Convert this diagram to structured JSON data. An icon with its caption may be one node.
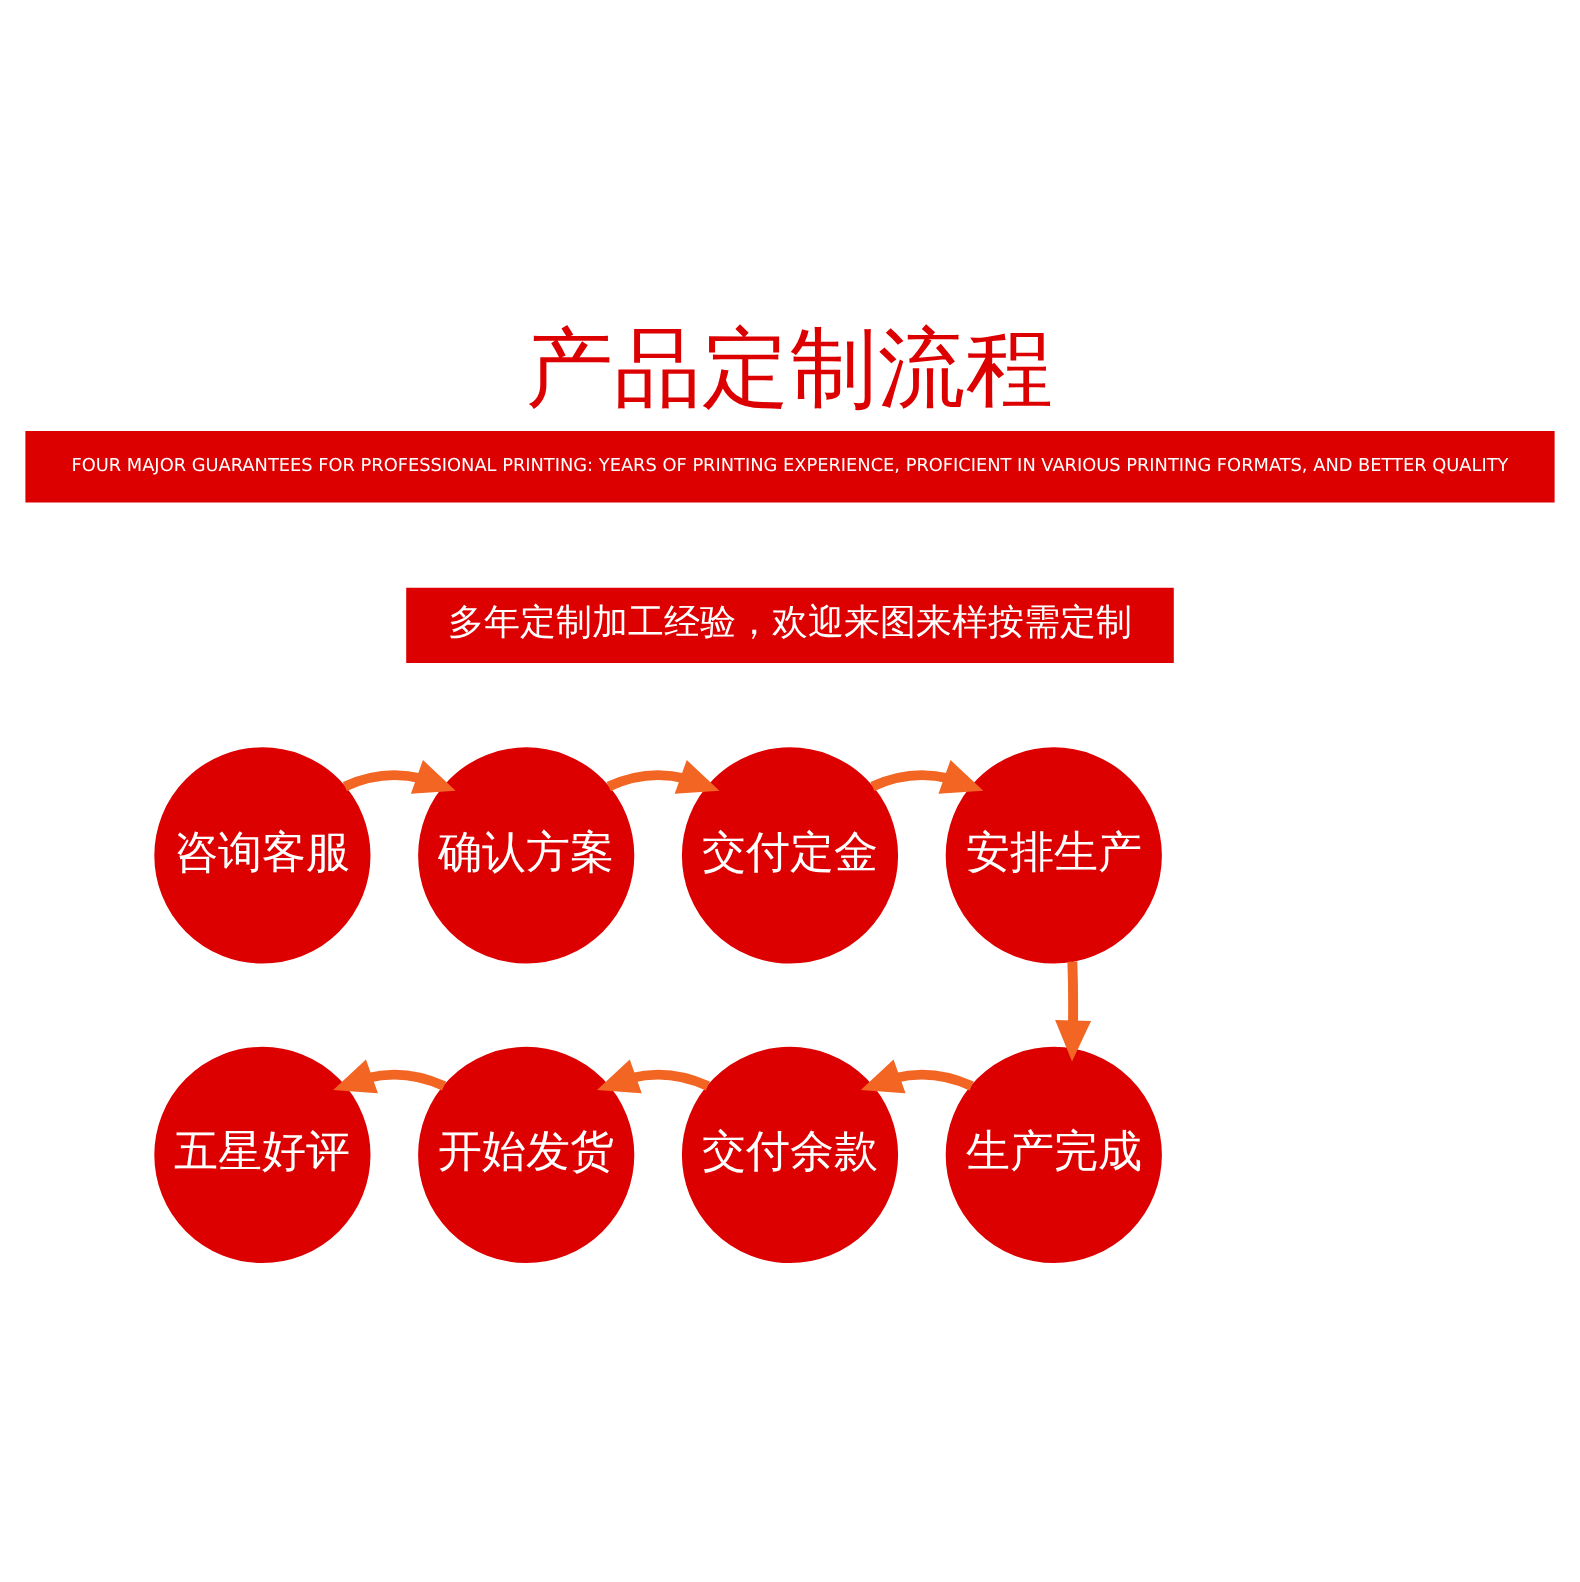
{
  "diagram": {
    "title": "产品定制流程",
    "nodes": [
      {
        "text": [
          "咨询客服"
        ]
      },
      {
        "text": [
          "确认方案"
        ]
      },
      {
        "text": [
          "交付定金"
        ]
      },
      {
        "text": [
          "安排生产"
        ]
      },
      {
        "text": [
          "五星好评"
        ]
      },
      {
        "text": [
          "开始发货"
        ]
      },
      {
        "text": [
          "交付余款"
        ]
      },
      {
        "text": [
          "生产完成"
        ]
      }
    ],
    "edges": [
      {
        "from": 0,
        "to": 1,
        "arrow": "to"
      },
      {
        "from": 1,
        "to": 2,
        "arrow": "to"
      },
      {
        "from": 2,
        "to": 3,
        "arrow": "to"
      },
      {
        "from": 3,
        "to": 7,
        "arrow": "to"
      },
      {
        "from": 7,
        "to": 6,
        "arrow": "to"
      },
      {
        "from": 6,
        "to": 5,
        "arrow": "to"
      },
      {
        "from": 5,
        "to": 4,
        "arrow": "to"
      }
    ],
    "labels": [
      "FOUR MAJOR GUARANTEES FOR PROFESSIONAL PRINTING: YEARS OF PRINTING EXPERIENCE, PROFICIENT IN VARIOUS PRINTING FORMATS, AND BETTER QUALITY",
      "多年定制加工经验，欢迎来图来样按需定制"
    ]
  }
}
